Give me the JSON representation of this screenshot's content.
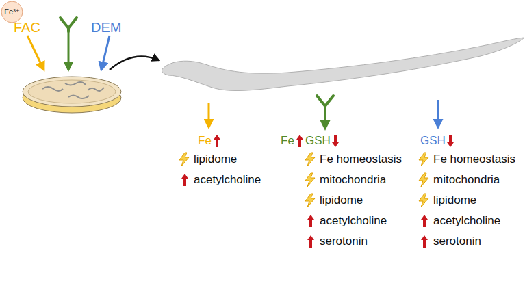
{
  "diagram": {
    "nodes": [
      {
        "text": [
          "Fe³⁺"
        ]
      }
    ],
    "labels": [
      "FAC",
      "DEM",
      "Fe",
      "lipidome",
      "acetylcholine",
      "Fe",
      "GSH",
      "Fe homeostasis",
      "mitochondria",
      "lipidome",
      "acetylcholine",
      "serotonin",
      "GSH",
      "Fe homeostasis",
      "mitochondria",
      "lipidome",
      "acetylcholine",
      "serotonin"
    ]
  }
}
